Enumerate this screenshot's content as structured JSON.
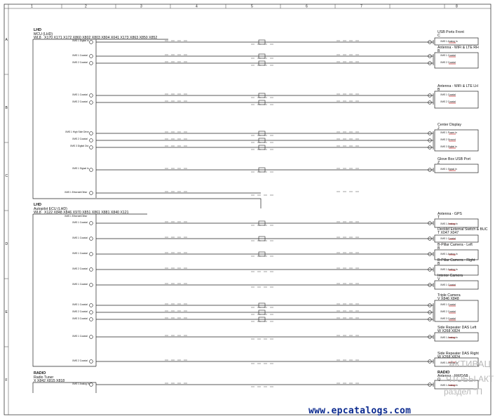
{
  "grid": {
    "cols": [
      "1",
      "2",
      "3",
      "4",
      "5",
      "6",
      "7",
      "8"
    ],
    "rows": [
      "A",
      "B",
      "C",
      "D",
      "E",
      "F"
    ]
  },
  "modules": {
    "mcu": {
      "tag": "LHD",
      "name": "MCU (LHD)",
      "code": "WL8",
      "conns": "X170  X171  X172  X860  X802  X803  X804  X041  X173   X863  X850  X852"
    },
    "ap": {
      "tag": "LHD",
      "name": "Autopilot ECU (LHD)",
      "code": "WL8",
      "conns": "X122  X848  X846  X970  X851  X861  X881  X840  X121"
    },
    "radio": {
      "tag": "RADIO",
      "name": "Radio Tuner",
      "code": "X   X842   X815   X818"
    }
  },
  "components": [
    {
      "title": "USB Ports Front",
      "code": "C"
    },
    {
      "title": "Antenna - WiFi & LTE RH",
      "code": "B"
    },
    {
      "title": "Antenna - WiFi & LTE LH",
      "code": "B"
    },
    {
      "title": "Center Display",
      "code": "J"
    },
    {
      "title": "Glove Box USB Port",
      "code": "Z"
    },
    {
      "title": "Antenna - GPS",
      "code": "T"
    },
    {
      "title": "Decklid External Switch & BUC",
      "code": "T   X047  X047"
    },
    {
      "title": "B-Pillar Camera - Left",
      "code": "B"
    },
    {
      "title": "B-Pillar Camera - Right",
      "code": "B"
    },
    {
      "title": "Interior Camera",
      "code": "V"
    },
    {
      "title": "Triple Camera",
      "code": "V     X846   X848"
    },
    {
      "title": "Side Repeater DAS Left",
      "code": "W     X268   X824"
    },
    {
      "title": "Side Repeater DAS Right",
      "code": "W     X268   X824"
    },
    {
      "title": "Antenna - FM/DAB",
      "code": "Q",
      "tag": "RADIO"
    }
  ],
  "pins": {
    "mcu": [
      "XMS 1 Digital In",
      "XMS 1 Coaxial",
      "XMS 2 Coaxial",
      "XMS 1 Coaxial",
      "XMS 2 Coaxial",
      "XMS 1 High Side Drive",
      "XMS 2 Coaxial",
      "XMS 3 Digital Out",
      "XMS 1 Signal In",
      "XMS 1 Ethernet/Other"
    ],
    "ap": [
      "XMS 1 Ethernet/Other",
      "XMS 1 Coaxial",
      "XMS 1 Coaxial",
      "XMS 1 Coaxial",
      "XMS 2 Coaxial",
      "XMS 1 Coaxial",
      "XMS 1 Coaxial",
      "XMS 2 Coaxial",
      "XMS 3 Coaxial",
      "XMS 1 Coaxial",
      "XMS 2 Coaxial"
    ],
    "radio": [
      "XMS 1 Analog In"
    ],
    "right": [
      "XMS 1 Analog In",
      "XMS 1 Coaxial",
      "XMS 2 Coaxial",
      "XMS 1 Coaxial",
      "XMS 2 Coaxial",
      "XMS 1 Power In",
      "XMS 2 Ground",
      "XMS 3 Digital In",
      "XMS 1 Signal In",
      "XMS 1 Analog In",
      "XMS 1 Coaxial",
      "XMS 1 Analog In",
      "XMS 1 Analog In",
      "XMS 1 Coaxial",
      "XMS 1 Coaxial",
      "XMS 2 Coaxial",
      "XMS 3 Coaxial",
      "XMS 1 Analog In",
      "XMS 1 Analog In",
      "XMS 1 Analog In"
    ]
  },
  "watermark": {
    "url": "www.epcatalogs.com",
    "ghost1": "АКТИВАЦ",
    "ghost2": "ЧТОБЫ АКТ",
    "ghost3": "раздел \"П"
  }
}
